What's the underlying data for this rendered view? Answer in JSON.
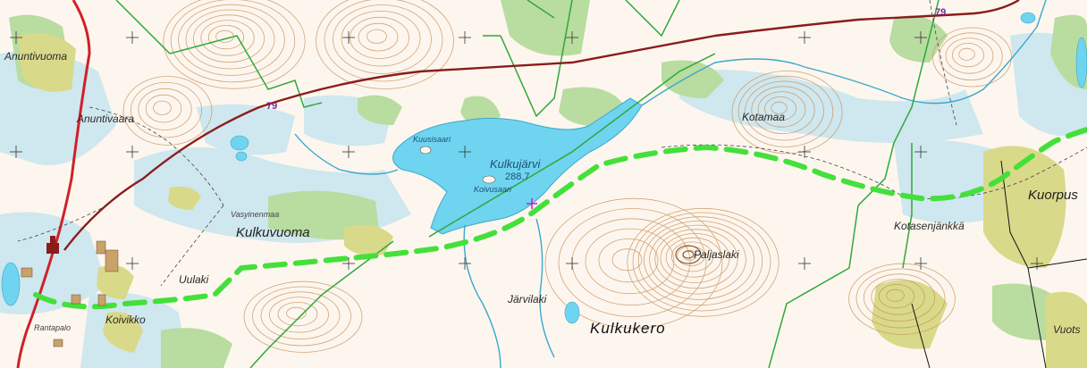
{
  "labels": {
    "anuntivuoma": "Anuntivuoma",
    "anuntivaara": "Anuntivaara",
    "kulkuvuoma": "Kulkuvuoma",
    "vasyinenmaa": "Vasyinenmaa",
    "uulaki": "Uulaki",
    "rantapalo": "Rantapalo",
    "koivikko": "Koivikko",
    "kuusisaari": "Kuusisaari",
    "lake_name": "Kulkujärvi",
    "lake_elevation": "288.7",
    "koivusaari": "Koivusaari",
    "kotamaa": "Kotamaa",
    "paljaslaki": "Paljaslaki",
    "jarvilaki": "Järvilaki",
    "kulkukero": "Kulkukero",
    "kotasenjankka": "Kotasenjänkkä",
    "kuorpus": "Kuorpus",
    "vuots": "Vuots",
    "road_number_1": "79",
    "road_number_2": "79"
  },
  "colors": {
    "background": "#fdf6ee",
    "contour": "#c8905a",
    "water": "#6fd4ef",
    "marsh": "#cfe7ef",
    "forest": "#b9dca0",
    "field": "#d9d98a",
    "main_road": "#d0202a",
    "highway": "#8a1c1c",
    "boundary": "#2fa83a",
    "route": "#44e03a"
  }
}
